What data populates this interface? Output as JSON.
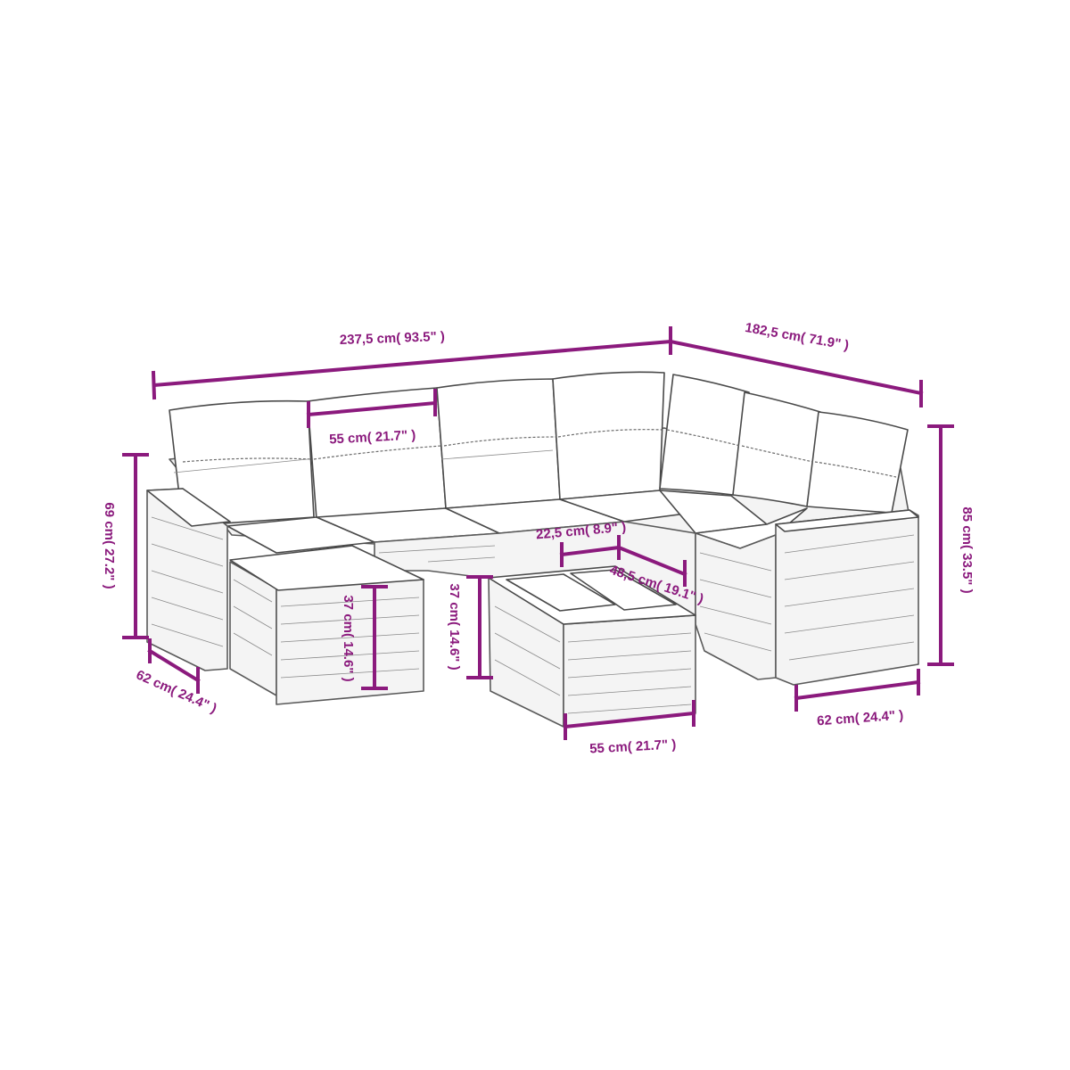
{
  "colors": {
    "dimension": "#8b1a7d",
    "outline": "#4a4a4a",
    "background": "#ffffff"
  },
  "dimensions": {
    "total_width": "237,5 cm( 93.5\" )",
    "total_depth": "182,5 cm( 71.9\" )",
    "seat_width": "55 cm( 21.7\" )",
    "seat_height": "69 cm( 27.2\" )",
    "total_height": "85 cm( 33.5\" )",
    "side_depth_left": "62 cm( 24.4\" )",
    "side_depth_right": "62 cm( 24.4\" )",
    "ottoman_height": "37 cm( 14.6\" )",
    "table_height": "37 cm( 14.6\" )",
    "table_width": "55 cm( 21.7\" )",
    "table_glass_depth": "22,5 cm( 8.9\" )",
    "table_length": "48,5 cm( 19.1\" )"
  }
}
